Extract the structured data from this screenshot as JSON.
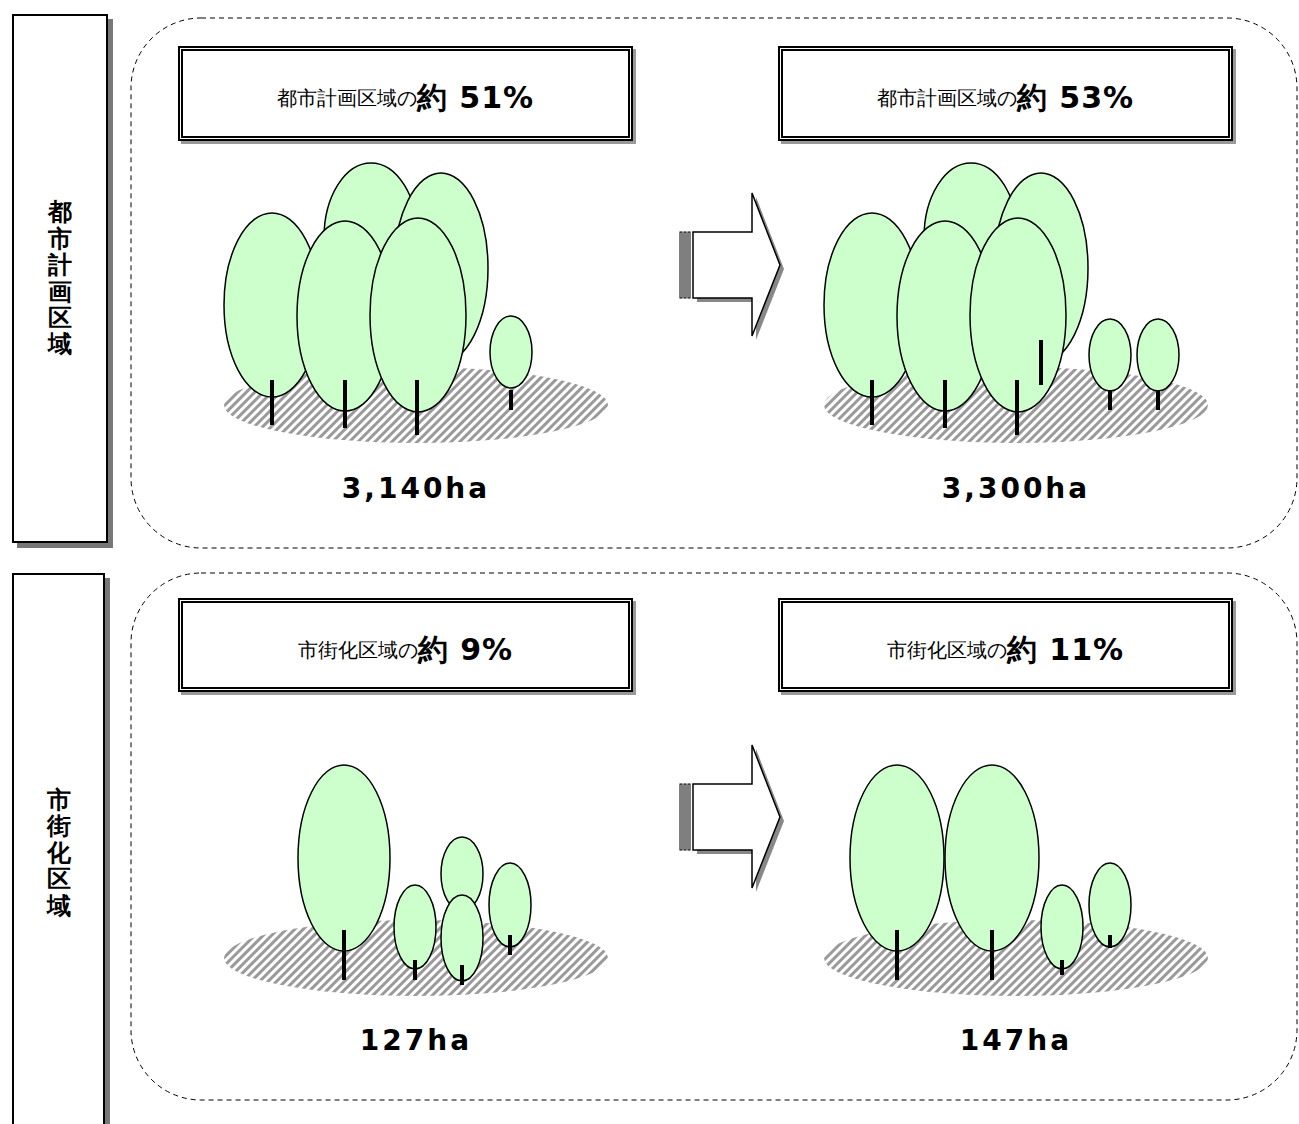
{
  "diagram": {
    "nodes": [
      {
        "text": [
          "都市計画区域"
        ]
      },
      {
        "text": [
          "都市計画区域の",
          "約 51%"
        ]
      },
      {
        "text": [
          "都市計画区域の",
          "約 53%"
        ]
      },
      {
        "text": [
          "市街化区域"
        ]
      },
      {
        "text": [
          "市街化区域の",
          "約 9%"
        ]
      },
      {
        "text": [
          "市街化区域の",
          "約 11%"
        ]
      }
    ],
    "labels": [
      "3,140ha",
      "3,300ha",
      "127ha",
      "147ha"
    ]
  }
}
